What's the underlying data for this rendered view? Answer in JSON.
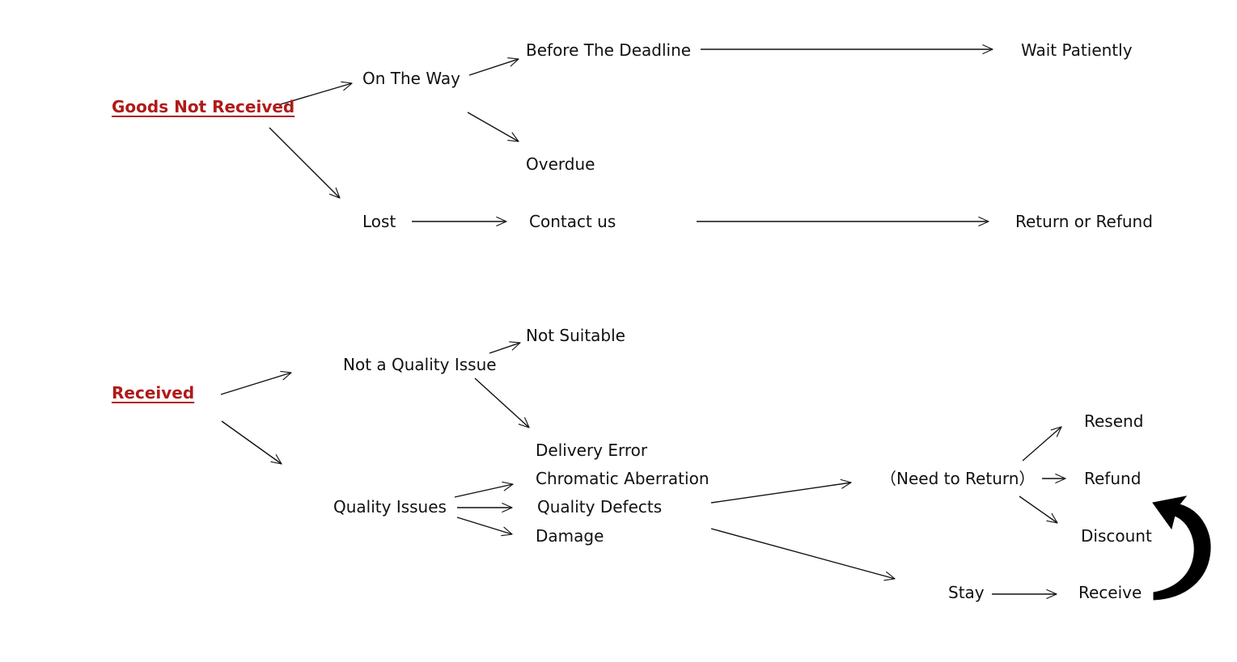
{
  "colors": {
    "heading": "#b01a1a",
    "text": "#111111",
    "line": "#111111",
    "background": "#ffffff"
  },
  "sections": {
    "not_received": {
      "title": "Goods Not Received",
      "on_the_way": "On The Way",
      "before_deadline": "Before The Deadline",
      "wait_patiently": "Wait Patiently",
      "overdue": "Overdue",
      "lost": "Lost",
      "contact_us": "Contact us",
      "return_or_refund": "Return or Refund"
    },
    "received": {
      "title": "Received",
      "not_quality_issue": "Not a Quality Issue",
      "not_suitable": "Not Suitable",
      "quality_issues": "Quality Issues",
      "delivery_error": "Delivery Error",
      "chromatic_aberration": "Chromatic Aberration",
      "quality_defects": "Quality Defects",
      "damage": "Damage",
      "need_to_return": "（Need to Return）",
      "resend": "Resend",
      "refund": "Refund",
      "discount": "Discount",
      "stay": "Stay",
      "receive": "Receive"
    }
  }
}
